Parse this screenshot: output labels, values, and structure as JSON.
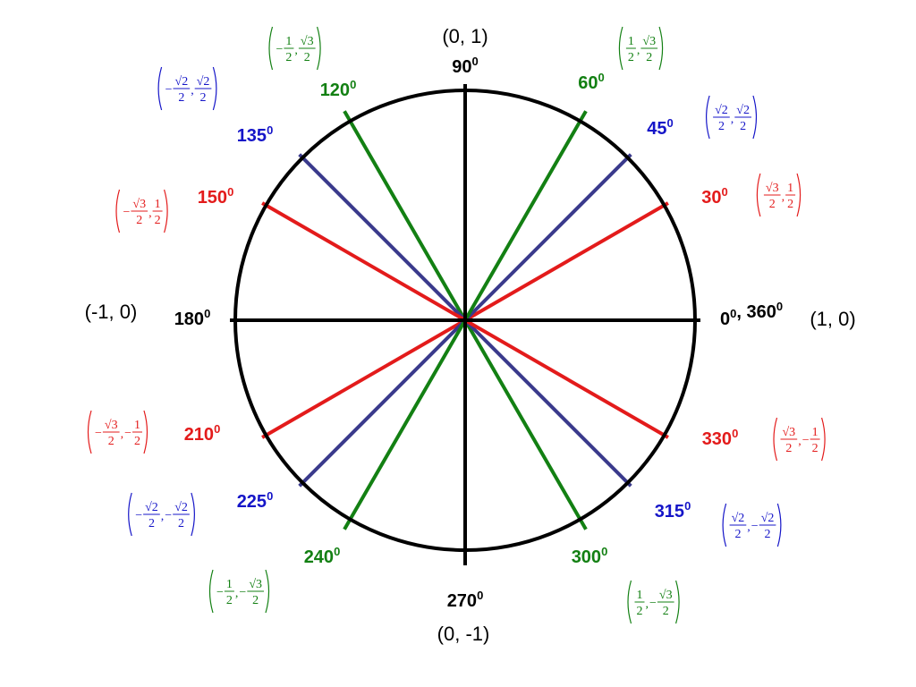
{
  "colors": {
    "axis": "#000000",
    "red": "#e31b1b",
    "blue": "#3a3a8c",
    "blue_text": "#1515c8",
    "green": "#138013"
  },
  "axis_points": [
    {
      "key": "right",
      "angle": 0,
      "label": "(1, 0)"
    },
    {
      "key": "top",
      "angle": 90,
      "label": "(0, 1)"
    },
    {
      "key": "left",
      "angle": 180,
      "label": "(-1, 0)"
    },
    {
      "key": "bottom",
      "angle": 270,
      "label": "(0, -1)"
    }
  ],
  "axis_angles": [
    {
      "angle": 0,
      "label": "0",
      "label2": "360"
    },
    {
      "angle": 90,
      "label": "90"
    },
    {
      "angle": 180,
      "label": "180"
    },
    {
      "angle": 270,
      "label": "270"
    }
  ],
  "angles": [
    {
      "angle": 30,
      "label": "30",
      "family": "red",
      "x": {
        "sign": "",
        "num": "√3",
        "den": "2"
      },
      "y": {
        "sign": "",
        "num": "1",
        "den": "2"
      }
    },
    {
      "angle": 45,
      "label": "45",
      "family": "blue",
      "x": {
        "sign": "",
        "num": "√2",
        "den": "2"
      },
      "y": {
        "sign": "",
        "num": "√2",
        "den": "2"
      }
    },
    {
      "angle": 60,
      "label": "60",
      "family": "green",
      "x": {
        "sign": "",
        "num": "1",
        "den": "2"
      },
      "y": {
        "sign": "",
        "num": "√3",
        "den": "2"
      }
    },
    {
      "angle": 120,
      "label": "120",
      "family": "green",
      "x": {
        "sign": "−",
        "num": "1",
        "den": "2"
      },
      "y": {
        "sign": "",
        "num": "√3",
        "den": "2"
      }
    },
    {
      "angle": 135,
      "label": "135",
      "family": "blue",
      "x": {
        "sign": "−",
        "num": "√2",
        "den": "2"
      },
      "y": {
        "sign": "",
        "num": "√2",
        "den": "2"
      }
    },
    {
      "angle": 150,
      "label": "150",
      "family": "red",
      "x": {
        "sign": "−",
        "num": "√3",
        "den": "2"
      },
      "y": {
        "sign": "",
        "num": "1",
        "den": "2"
      }
    },
    {
      "angle": 210,
      "label": "210",
      "family": "red",
      "x": {
        "sign": "−",
        "num": "√3",
        "den": "2"
      },
      "y": {
        "sign": "−",
        "num": "1",
        "den": "2"
      }
    },
    {
      "angle": 225,
      "label": "225",
      "family": "blue",
      "x": {
        "sign": "−",
        "num": "√2",
        "den": "2"
      },
      "y": {
        "sign": "−",
        "num": "√2",
        "den": "2"
      }
    },
    {
      "angle": 240,
      "label": "240",
      "family": "green",
      "x": {
        "sign": "−",
        "num": "1",
        "den": "2"
      },
      "y": {
        "sign": "−",
        "num": "√3",
        "den": "2"
      }
    },
    {
      "angle": 300,
      "label": "300",
      "family": "green",
      "x": {
        "sign": "",
        "num": "1",
        "den": "2"
      },
      "y": {
        "sign": "−",
        "num": "√3",
        "den": "2"
      }
    },
    {
      "angle": 315,
      "label": "315",
      "family": "blue",
      "x": {
        "sign": "",
        "num": "√2",
        "den": "2"
      },
      "y": {
        "sign": "−",
        "num": "√2",
        "den": "2"
      }
    },
    {
      "angle": 330,
      "label": "330",
      "family": "red",
      "x": {
        "sign": "",
        "num": "√3",
        "den": "2"
      },
      "y": {
        "sign": "−",
        "num": "1",
        "den": "2"
      }
    }
  ],
  "degree_superscript": "0"
}
